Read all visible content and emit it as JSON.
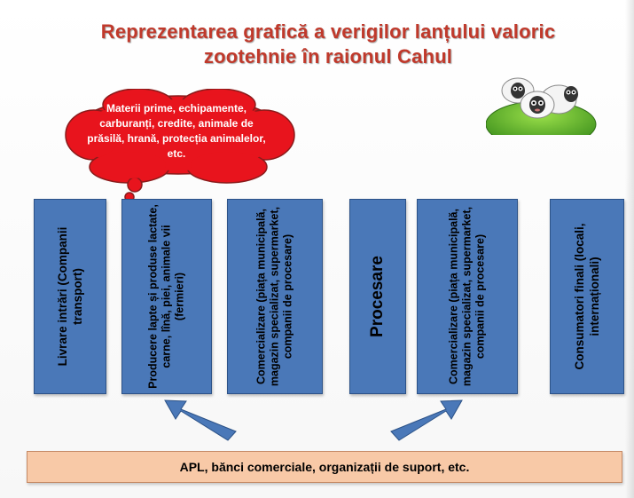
{
  "title": {
    "line1": "Reprezentarea grafică a verigilor lanțului valoric",
    "line2": "zootehnie în raionul Cahul"
  },
  "cloud": {
    "text": "Materii prime, echipamente, carburanți, credite, animale de prăsilă, hrană, protecția animalelor, etc."
  },
  "stages": [
    {
      "label": "Livrare intrări (Companii transport)"
    },
    {
      "label": "Producere lapte și produse lactate, carne, lînă, piei, animale vii (fermieri)"
    },
    {
      "label": "Comercializare (piața municipală, magazin specializat, supermarket, companii de procesare)"
    },
    {
      "label": "Procesare"
    },
    {
      "label": "Comercializare (piața municipală, magazin specializat, supermarket, companii de procesare)"
    },
    {
      "label": "Consumatori finali (locali, internaționali)"
    }
  ],
  "support": {
    "label": "APL, bănci comerciale, organizații de suport, etc."
  },
  "colors": {
    "title": "#c0392b",
    "stage_fill": "#4a78b8",
    "cloud_fill": "#e8141d",
    "support_fill": "#f8c9a7",
    "arrow_fill": "#4a78b8"
  }
}
